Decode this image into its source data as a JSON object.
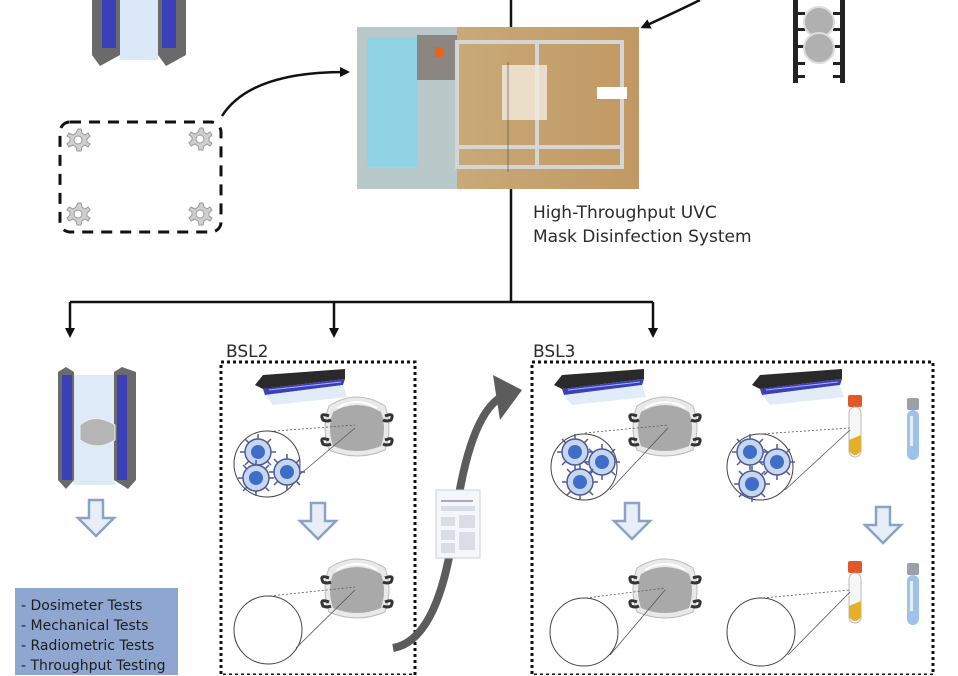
{
  "system": {
    "caption_line1": "High-Throughput UVC",
    "caption_line2": "Mask Disinfection System",
    "photo_description": "photo of UVC disinfection conveyor frame"
  },
  "top_inputs": {
    "uvc_lamp_tower": "uvc-tower-lamp",
    "conveyor_frame": "dashed-frame-with-gears",
    "mask_conveyor": "conveyor-with-masks"
  },
  "branches": {
    "validation": {
      "result_arrow": "down-arrow",
      "tests": [
        "- Dosimeter Tests",
        "- Mechanical Tests",
        "- Radiometric Tests",
        "- Throughput Testing"
      ],
      "box_color": "#8fa6d1"
    },
    "bsl2": {
      "label": "BSL2",
      "before": "mask-with-virus",
      "after": "mask-clean"
    },
    "bsl3": {
      "label": "BSL3",
      "columns": [
        "mask",
        "sample-tubes"
      ]
    },
    "publication": "paper-document"
  },
  "colors": {
    "arrow_fill": "#e7eef8",
    "arrow_stroke": "#8aa2c8",
    "uv_blue": "#3b3fb8",
    "virus_blue": "#3d6fc9",
    "tube_cap_orange": "#e0582a",
    "tube_liquid_yellow": "#e3b02a",
    "tube_blue": "#9ec2ea",
    "curved_arrow": "#5c5c5c"
  }
}
